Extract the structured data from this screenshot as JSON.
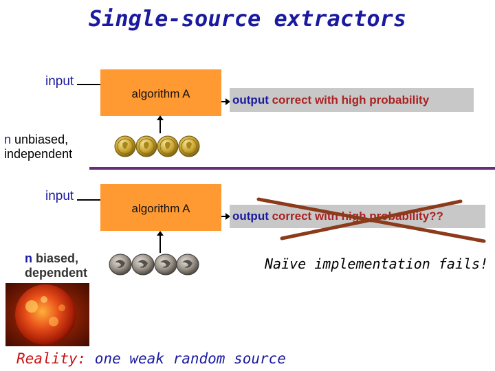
{
  "title": "Single-source extractors",
  "top": {
    "input_label": "input",
    "algorithm_label": "algorithm A",
    "output_word": "output",
    "output_rest": " correct with high probability",
    "source_n": "n",
    "source_line1_rest": " unbiased,",
    "source_line2": "independent"
  },
  "bottom": {
    "input_label": "input",
    "algorithm_label": "algorithm A",
    "output_word": "output",
    "output_rest": " correct with high probability??",
    "source_n": "n",
    "source_line1_rest": " biased,",
    "source_line2": "dependent"
  },
  "naive_text": "Naïve implementation fails!",
  "reality_label": "Reality:",
  "reality_text": " one weak random source",
  "colors": {
    "title": "#1a1aa0",
    "algorithm_box": "#ff9a33",
    "output_box": "#c8c8c8",
    "strike": "#8b3a1a",
    "divider": "#6a2c7a"
  },
  "icons": {
    "gold_coin": "gold-coin-icon",
    "silver_coin": "silver-coin-icon",
    "sun": "sun-image"
  }
}
